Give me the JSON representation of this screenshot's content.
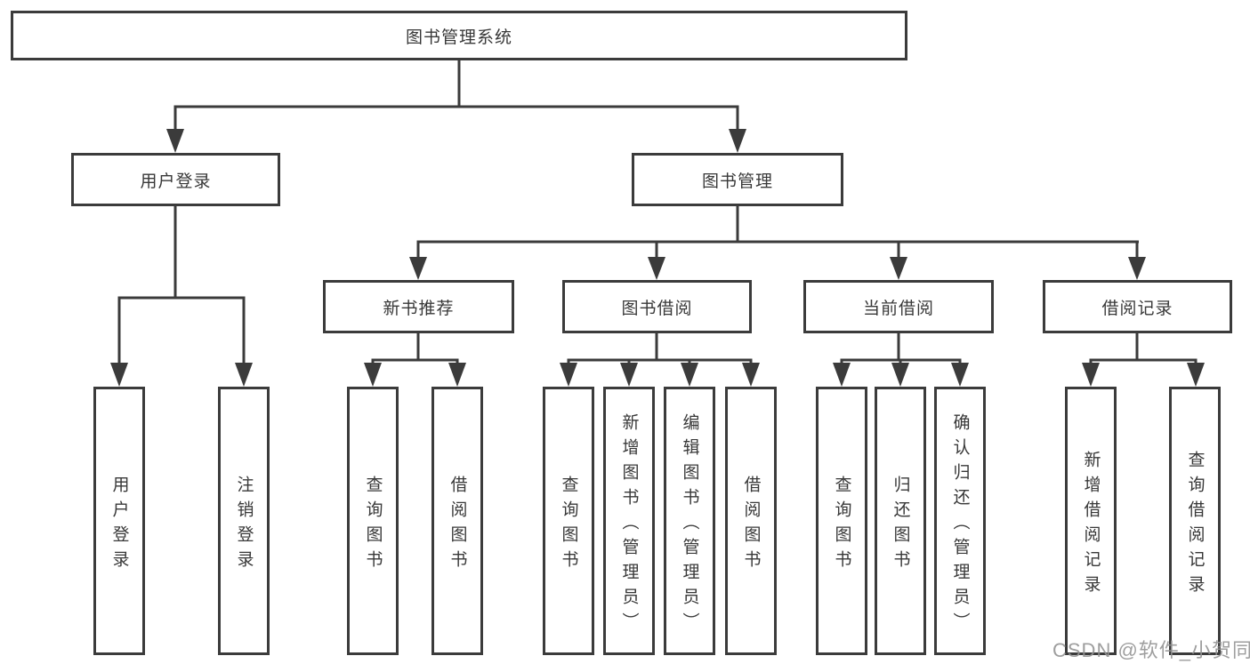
{
  "tree": {
    "label": "图书管理系统",
    "children": [
      {
        "label": "用户登录",
        "children": [
          {
            "label": "用户登录"
          },
          {
            "label": "注销登录"
          }
        ]
      },
      {
        "label": "图书管理",
        "children": [
          {
            "label": "新书推荐",
            "children": [
              {
                "label": "查询图书"
              },
              {
                "label": "借阅图书"
              }
            ]
          },
          {
            "label": "图书借阅",
            "children": [
              {
                "label": "查询图书"
              },
              {
                "label": "新增图书（管理员）"
              },
              {
                "label": "编辑图书（管理员）"
              },
              {
                "label": "借阅图书"
              }
            ]
          },
          {
            "label": "当前借阅",
            "children": [
              {
                "label": "查询图书"
              },
              {
                "label": "归还图书"
              },
              {
                "label": "确认归还（管理员）"
              }
            ]
          },
          {
            "label": "借阅记录",
            "children": [
              {
                "label": "新增借阅记录"
              },
              {
                "label": "查询借阅记录"
              }
            ]
          }
        ]
      }
    ]
  },
  "watermark": {
    "text": "CSDN @软件_小贺同学"
  },
  "colors": {
    "line": "#3b3b3b",
    "box_border": "#3b3b3b",
    "text": "#383838",
    "watermark": "#949494",
    "background": "#ffffff"
  }
}
